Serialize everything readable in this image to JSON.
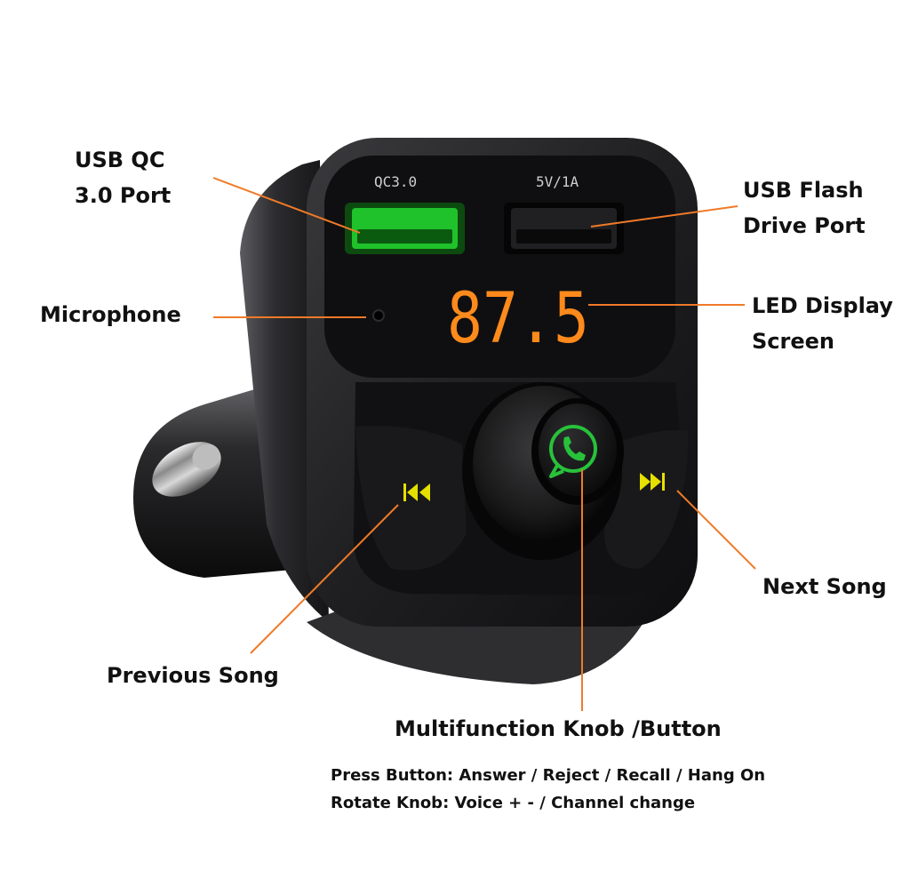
{
  "diagram": {
    "port_labels": {
      "qc_port_marking": "QC3.0",
      "flash_port_marking": "5V/1A"
    },
    "display_value": "87.5",
    "callouts": {
      "usb_qc_port": [
        "USB QC",
        "3.0 Port"
      ],
      "usb_flash_port": [
        "USB Flash",
        "Drive Port"
      ],
      "microphone": "Microphone",
      "led_display": [
        "LED Display",
        "Screen"
      ],
      "next_song": "Next Song",
      "previous_song": "Previous Song",
      "multifunction_knob": "Multifunction Knob /Button"
    },
    "instructions": {
      "press": "Press Button: Answer / Reject / Recall / Hang On",
      "rotate": "Rotate Knob: Voice + - / Channel change"
    },
    "icons": {
      "knob_center": "phone-chat-icon",
      "previous": "rewind-icon",
      "next": "fast-forward-icon"
    },
    "colors": {
      "leader_line": "#f07a28",
      "led_digits": "#ff8a1c",
      "usb_qc_insert": "#1fc22a",
      "phone_icon": "#27c23a",
      "skip_buttons": "#e6e000",
      "device_body": "#1d1d1f"
    }
  }
}
